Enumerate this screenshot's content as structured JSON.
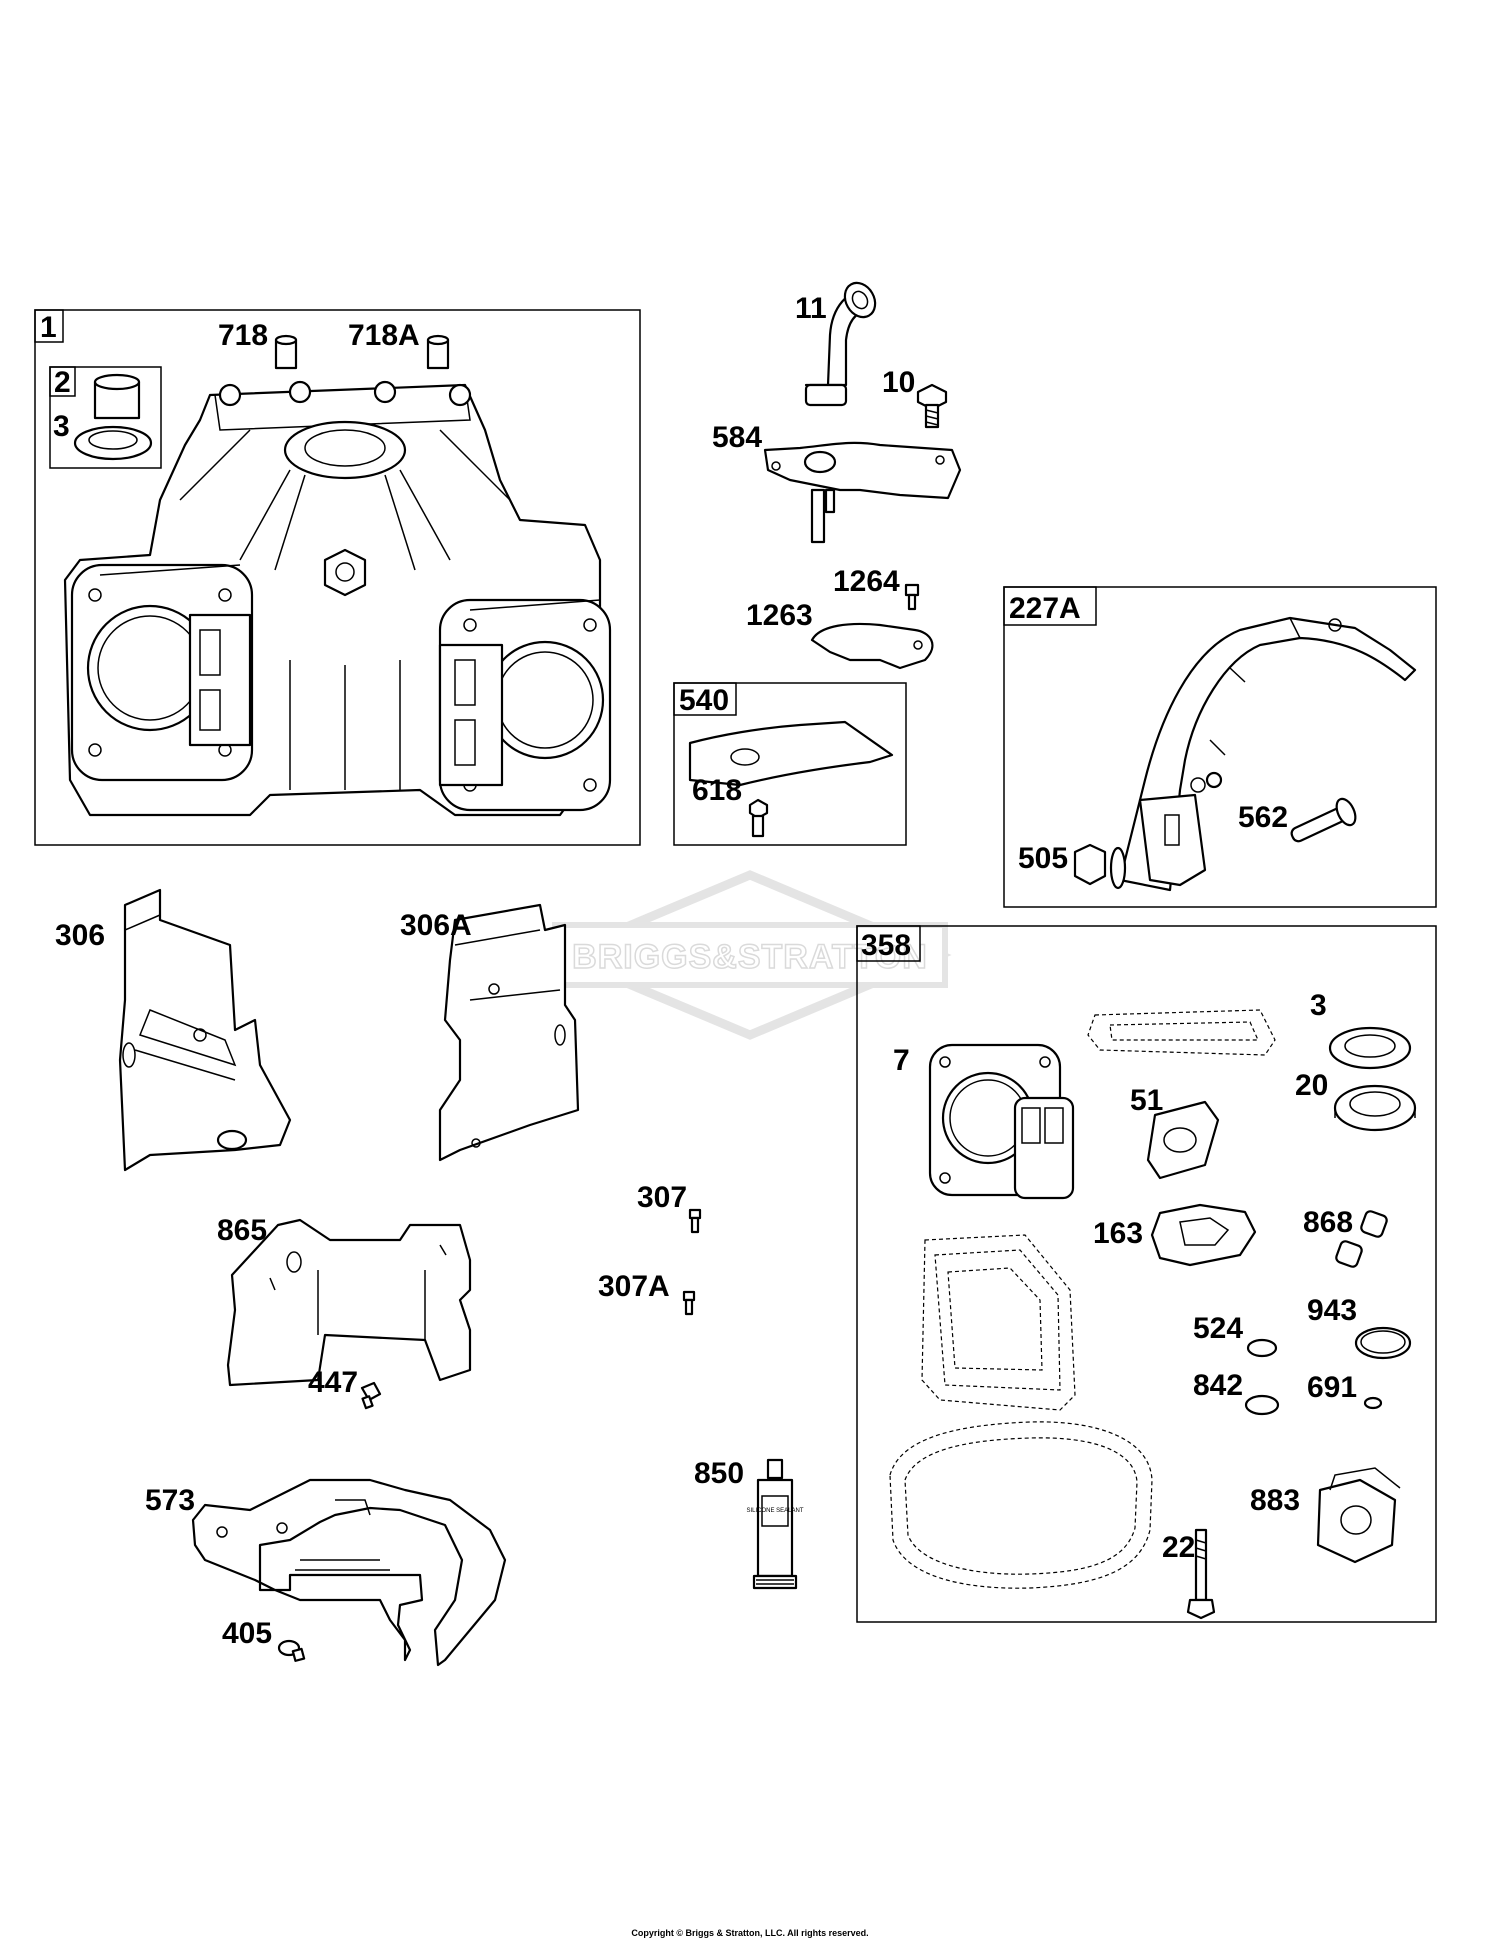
{
  "watermark": {
    "text": "BRIGGS&STRATTON"
  },
  "footer": {
    "copyright": "Copyright © Briggs & Stratton, LLC. All rights reserved."
  },
  "tube": {
    "text": "SILICONE SEALANT"
  },
  "boxes": {
    "b1": "1",
    "b2": "2",
    "b540": "540",
    "b227a": "227A",
    "b358": "358"
  },
  "labels": {
    "p718": "718",
    "p718a": "718A",
    "p3a": "3",
    "p11": "11",
    "p10": "10",
    "p584": "584",
    "p1264": "1264",
    "p1263": "1263",
    "p618": "618",
    "p562": "562",
    "p505": "505",
    "p306": "306",
    "p306a": "306A",
    "p307": "307",
    "p307a": "307A",
    "p865": "865",
    "p447": "447",
    "p573": "573",
    "p405": "405",
    "p850": "850",
    "p3b": "3",
    "p7": "7",
    "p51": "51",
    "p20": "20",
    "p163": "163",
    "p868": "868",
    "p524": "524",
    "p943": "943",
    "p842": "842",
    "p691": "691",
    "p883": "883",
    "p22": "22"
  }
}
